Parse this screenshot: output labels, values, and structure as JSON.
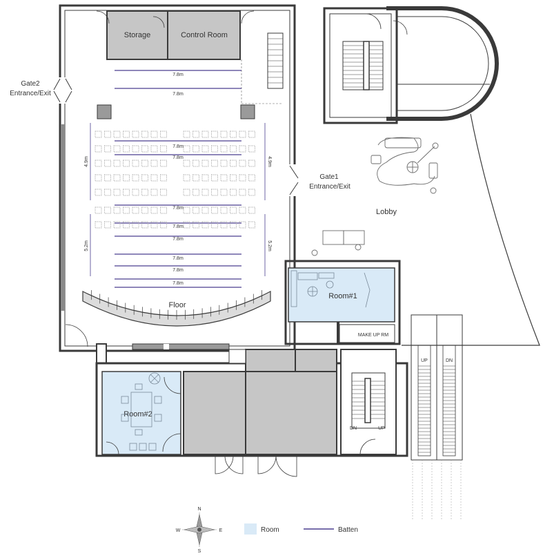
{
  "labels": {
    "storage": "Storage",
    "control_room": "Control Room",
    "gate2_name": "Gate2",
    "gate2_sub": "Entrance/Exit",
    "gate1_name": "Gate1",
    "gate1_sub": "Entrance/Exit",
    "lobby": "Lobby",
    "room1": "Room#1",
    "room2": "Room#2",
    "make_up_room": "MAKE UP RM",
    "floor": "Floor",
    "up": "UP",
    "dn": "DN"
  },
  "dimensions": {
    "batten_length": "7.8m",
    "side_upper": "4.9m",
    "side_lower": "5.2m"
  },
  "legend": {
    "room": "Room",
    "batten": "Batten"
  },
  "compass": {
    "n": "N",
    "e": "E",
    "s": "S",
    "w": "W"
  },
  "colors": {
    "room_fill": "#d9eaf7",
    "batten": "#4a3d8f",
    "wall": "#3a3a3a",
    "service_fill": "#c6c6c6"
  }
}
